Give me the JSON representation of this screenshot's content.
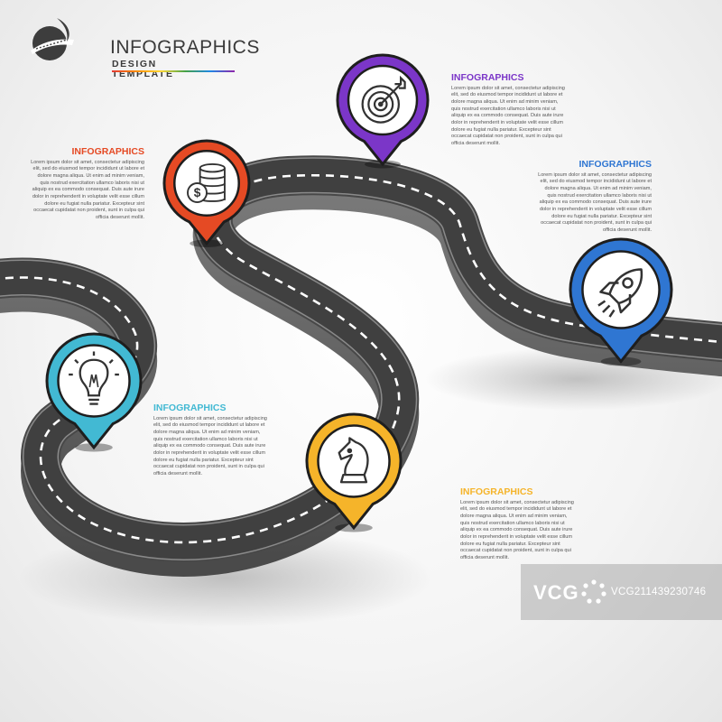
{
  "header": {
    "title": "INFOGRAPHICS",
    "subtitle": "DESIGN TEMPLATE"
  },
  "steps": [
    {
      "icon": "lightbulb-icon",
      "color": "#42b9d3",
      "title": "INFOGRAPHICS"
    },
    {
      "icon": "coins-icon",
      "color": "#e54a24",
      "title": "INFOGRAPHICS"
    },
    {
      "icon": "target-icon",
      "color": "#7b36c8",
      "title": "INFOGRAPHICS"
    },
    {
      "icon": "chess-knight-icon",
      "color": "#f5b42a",
      "title": "INFOGRAPHICS"
    },
    {
      "icon": "rocket-icon",
      "color": "#2f76d2",
      "title": "INFOGRAPHICS"
    }
  ],
  "body_text": "Lorem ipsum dolor sit amet, consectetur adipiscing elit, sed do eiusmod tempor incididunt ut labore et dolore magna aliqua. Ut enim ad minim veniam, quis nostrud exercitation ullamco laboris nisi ut aliquip ex ea commodo consequat. Duis aute irure dolor in reprehenderit in voluptate velit esse cillum dolore eu fugiat nulla pariatur. Excepteur sint occaecat cupidatat non proident, sunt in culpa qui officia deserunt mollit.",
  "watermark": {
    "logo": "VCG",
    "id": "VCG211439230746"
  }
}
